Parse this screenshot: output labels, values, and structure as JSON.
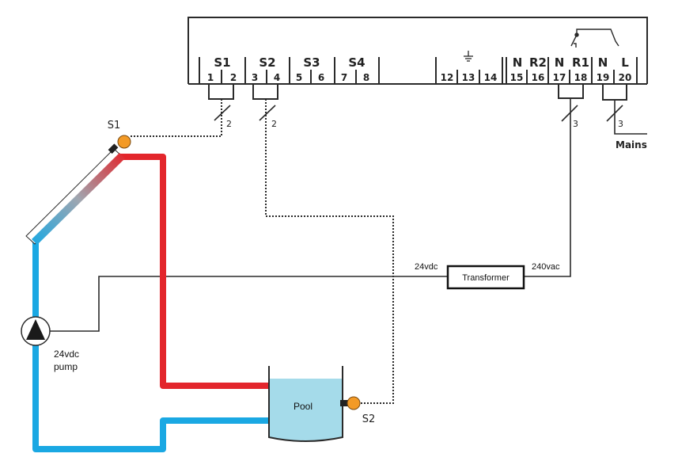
{
  "controller": {
    "sensor_groups": [
      "S1",
      "S2",
      "S3",
      "S4"
    ],
    "terminals_left": [
      "1",
      "2",
      "3",
      "4",
      "5",
      "6",
      "7",
      "8"
    ],
    "ground_symbol": "⏚",
    "terminals_mid": [
      "12",
      "13",
      "14"
    ],
    "terminals_right": [
      "15",
      "16",
      "17",
      "18",
      "19",
      "20"
    ],
    "terminal_labels_right": [
      "N",
      "R2",
      "N",
      "R1",
      "N",
      "L"
    ]
  },
  "wiring": {
    "s1_cable_count": "2",
    "s2_cable_count": "2",
    "r1_cable_count": "3",
    "mains_cable_count": "3",
    "mains_label": "Mains"
  },
  "components": {
    "sensor1_label": "S1",
    "sensor2_label": "S2",
    "pump_label_line1": "24vdc",
    "pump_label_line2": "pump",
    "transformer_label": "Transformer",
    "transformer_in": "240vac",
    "transformer_out": "24vdc",
    "pool_label": "Pool"
  },
  "colors": {
    "hot_pipe": "#e3262c",
    "cold_pipe": "#1aa8e3",
    "sensor": "#f39a26",
    "pool_water": "#a5dbea",
    "line": "#2a2a2a"
  }
}
